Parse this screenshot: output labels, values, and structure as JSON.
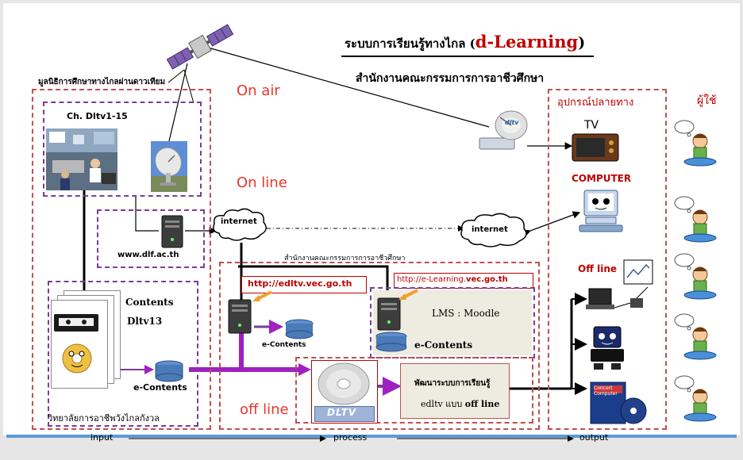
{
  "title": {
    "prefix": "ระบบการเรียนรู้ทางไกล (",
    "highlight": "d-Learning",
    "suffix": ")"
  },
  "subtitle": "สำนักงานคณะกรรมการการอาชีวศึกษา",
  "foundation_label": "มูลนิธิการศึกษาทางไกลผ่านดาวเทียม",
  "channel_label": "Ch. Dltv1-15",
  "website_label": "www.dlf.ac.th",
  "on_air": "On air",
  "on_line": "On line",
  "off_line": "off line",
  "internet_left": "internet",
  "internet_right": "internet",
  "vec_office_small": "สำนักงานคณะกรรมการการอาชีวศึกษา",
  "url_edltv": "http://edltv.vec.go.th",
  "url_elearning_prefix": "http://e-Learning.",
  "url_elearning_bold": "vec.go.th",
  "lms_label": "LMS : Moodle",
  "econtents_lms": "e-Contents",
  "econtents_server": "e-Contents",
  "econtents_left": "e-Contents",
  "contents_label": "Contents",
  "dltv13_label": "Dltv13",
  "college_label": "วิทยาลัยการอาชีพวังไกลกังวล",
  "develop_line1": "พัฒนาระบบการเรียนรู้",
  "develop_line2_prefix": "edltv แบบ ",
  "develop_line2_bold": "off line",
  "dltv_logo": "DLTV",
  "devices_title": "อุปกรณ์ปลายทาง",
  "users_title": "ผู้ใช้",
  "tv_label": "TV",
  "computer_label": "COMPUTER",
  "offline_device_label": "Off line",
  "dish_brand": "dltv",
  "cd_text": "Concert Computer",
  "flow_input": "input",
  "flow_process": "process",
  "flow_output": "output",
  "colors": {
    "red": "#e8372a",
    "dark_red": "#c00000",
    "purple": "#7a3d96",
    "magenta_arrow": "#a020c0",
    "blue_bar": "#5b9bd5"
  }
}
